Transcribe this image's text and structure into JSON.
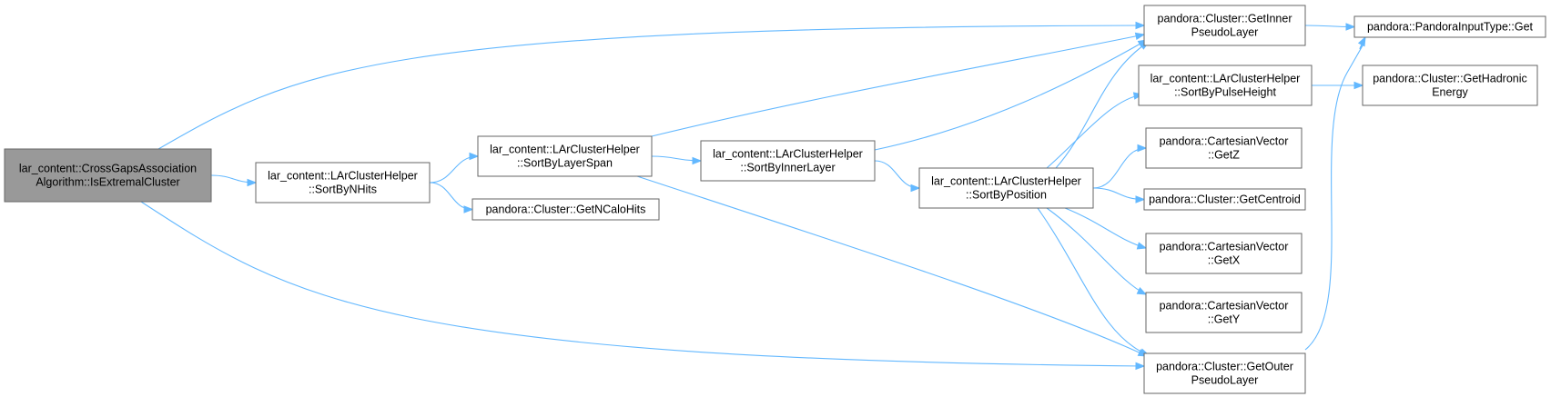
{
  "graph": {
    "colors": {
      "edge": "#63b8ff",
      "root_fill": "#999999",
      "node_fill": "#ffffff",
      "node_border": "#666666"
    },
    "nodes": [
      {
        "id": "root",
        "lines": [
          "lar_content::CrossGapsAssociation",
          "Algorithm::IsExtremalCluster"
        ],
        "root": true
      },
      {
        "id": "sortNHits",
        "lines": [
          "lar_content::LArClusterHelper",
          "::SortByNHits"
        ]
      },
      {
        "id": "sortLayerSpan",
        "lines": [
          "lar_content::LArClusterHelper",
          "::SortByLayerSpan"
        ]
      },
      {
        "id": "getNCaloHits",
        "lines": [
          "pandora::Cluster::GetNCaloHits"
        ]
      },
      {
        "id": "sortInnerLayer",
        "lines": [
          "lar_content::LArClusterHelper",
          "::SortByInnerLayer"
        ]
      },
      {
        "id": "sortPosition",
        "lines": [
          "lar_content::LArClusterHelper",
          "::SortByPosition"
        ]
      },
      {
        "id": "getInner",
        "lines": [
          "pandora::Cluster::GetInner",
          "PseudoLayer"
        ]
      },
      {
        "id": "sortPulse",
        "lines": [
          "lar_content::LArClusterHelper",
          "::SortByPulseHeight"
        ]
      },
      {
        "id": "getZ",
        "lines": [
          "pandora::CartesianVector",
          "::GetZ"
        ]
      },
      {
        "id": "getCentroid",
        "lines": [
          "pandora::Cluster::GetCentroid"
        ]
      },
      {
        "id": "getX",
        "lines": [
          "pandora::CartesianVector",
          "::GetX"
        ]
      },
      {
        "id": "getY",
        "lines": [
          "pandora::CartesianVector",
          "::GetY"
        ]
      },
      {
        "id": "getOuter",
        "lines": [
          "pandora::Cluster::GetOuter",
          "PseudoLayer"
        ]
      },
      {
        "id": "inputGet",
        "lines": [
          "pandora::PandoraInputType::Get"
        ]
      },
      {
        "id": "hadronic",
        "lines": [
          "pandora::Cluster::GetHadronic",
          "Energy"
        ]
      }
    ],
    "edges": [
      [
        "root",
        "getInner"
      ],
      [
        "root",
        "sortNHits"
      ],
      [
        "root",
        "getOuter"
      ],
      [
        "sortNHits",
        "sortLayerSpan"
      ],
      [
        "sortNHits",
        "getNCaloHits"
      ],
      [
        "sortLayerSpan",
        "getInner"
      ],
      [
        "sortLayerSpan",
        "sortInnerLayer"
      ],
      [
        "sortLayerSpan",
        "getOuter"
      ],
      [
        "sortInnerLayer",
        "getInner"
      ],
      [
        "sortInnerLayer",
        "sortPosition"
      ],
      [
        "sortPosition",
        "getInner"
      ],
      [
        "sortPosition",
        "sortPulse"
      ],
      [
        "sortPosition",
        "getZ"
      ],
      [
        "sortPosition",
        "getCentroid"
      ],
      [
        "sortPosition",
        "getX"
      ],
      [
        "sortPosition",
        "getY"
      ],
      [
        "sortPosition",
        "getOuter"
      ],
      [
        "getInner",
        "inputGet"
      ],
      [
        "sortPulse",
        "hadronic"
      ],
      [
        "getOuter",
        "inputGet"
      ]
    ]
  }
}
